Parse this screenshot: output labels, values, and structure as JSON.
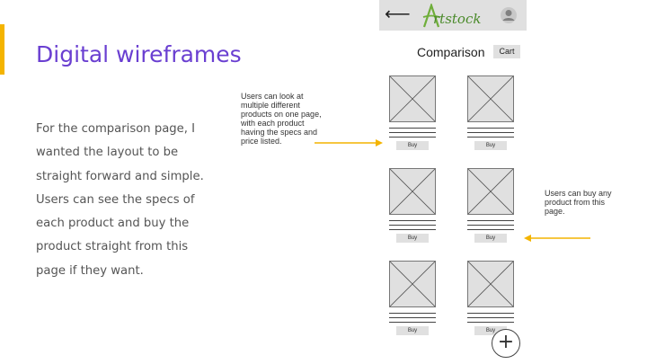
{
  "slide": {
    "title": "Digital wireframes",
    "body": "For the comparison page, I wanted the layout to be straight forward and simple. Users can see the specs of each product and buy the product straight from this page if they want.",
    "accent_color": "#f4b400",
    "title_color": "#6a3fd1"
  },
  "annotations": {
    "left_note": "Users can look at multiple different products on one page, with each product having the specs and price listed.",
    "right_note": "Users can buy any product from this page."
  },
  "wireframe": {
    "header": {
      "back_icon": "arrow-left-icon",
      "back_glyph": "⟵",
      "logo_text": "rtstock",
      "profile_icon": "user-avatar-icon"
    },
    "page_title": "Comparison",
    "cart_label": "Cart",
    "products": [
      {
        "buy_label": "Buy"
      },
      {
        "buy_label": "Buy"
      },
      {
        "buy_label": "Buy"
      },
      {
        "buy_label": "Buy"
      },
      {
        "buy_label": "Buy"
      },
      {
        "buy_label": "Buy"
      }
    ],
    "fab_glyph": "+",
    "fab_icon": "plus-icon"
  }
}
